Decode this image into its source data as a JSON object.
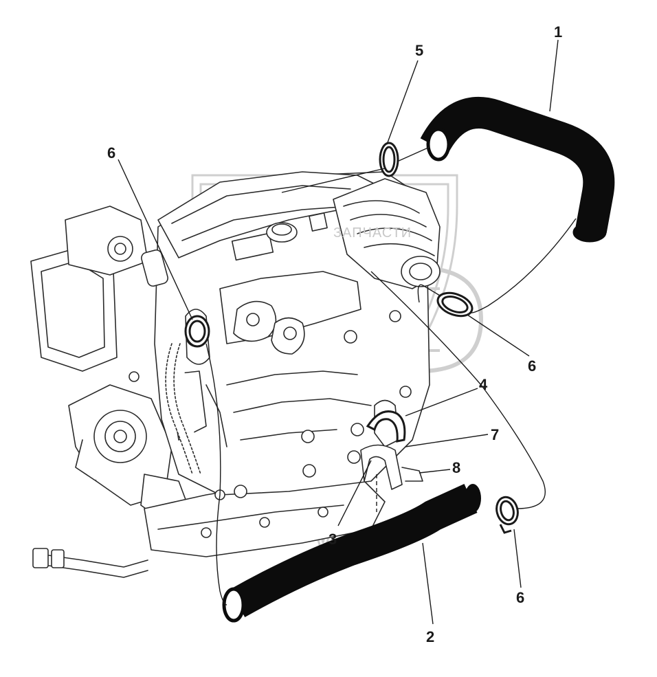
{
  "diagram": {
    "callouts": [
      {
        "id": "c1",
        "text": "1"
      },
      {
        "id": "c2",
        "text": "2"
      },
      {
        "id": "c3",
        "text": "3"
      },
      {
        "id": "c4",
        "text": "4"
      },
      {
        "id": "c5",
        "text": "5"
      },
      {
        "id": "c6a",
        "text": "6"
      },
      {
        "id": "c6b",
        "text": "6"
      },
      {
        "id": "c6c",
        "text": "6"
      },
      {
        "id": "c7",
        "text": "7"
      },
      {
        "id": "c8",
        "text": "8"
      }
    ],
    "watermark": {
      "text": "ЗАПЧАСТИ"
    },
    "colors": {
      "line": "#1a1a1a",
      "hose": "#0c0c0c",
      "engine_stroke": "#2a2a2a",
      "watermark": "#c8c8c8"
    }
  }
}
